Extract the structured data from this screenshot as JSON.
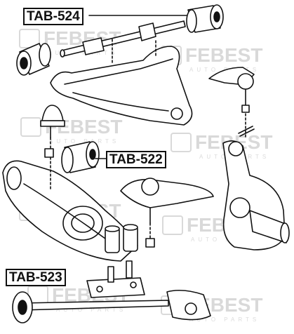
{
  "labels": {
    "tab_524": "TAB-524",
    "tab_522": "TAB-522",
    "tab_523": "TAB-523"
  },
  "watermark": {
    "brand": "FEBEST",
    "tagline": "AUTO PARTS"
  },
  "colors": {
    "ink": "#111111",
    "watermark": "#d9d9d9",
    "background": "#ffffff"
  }
}
